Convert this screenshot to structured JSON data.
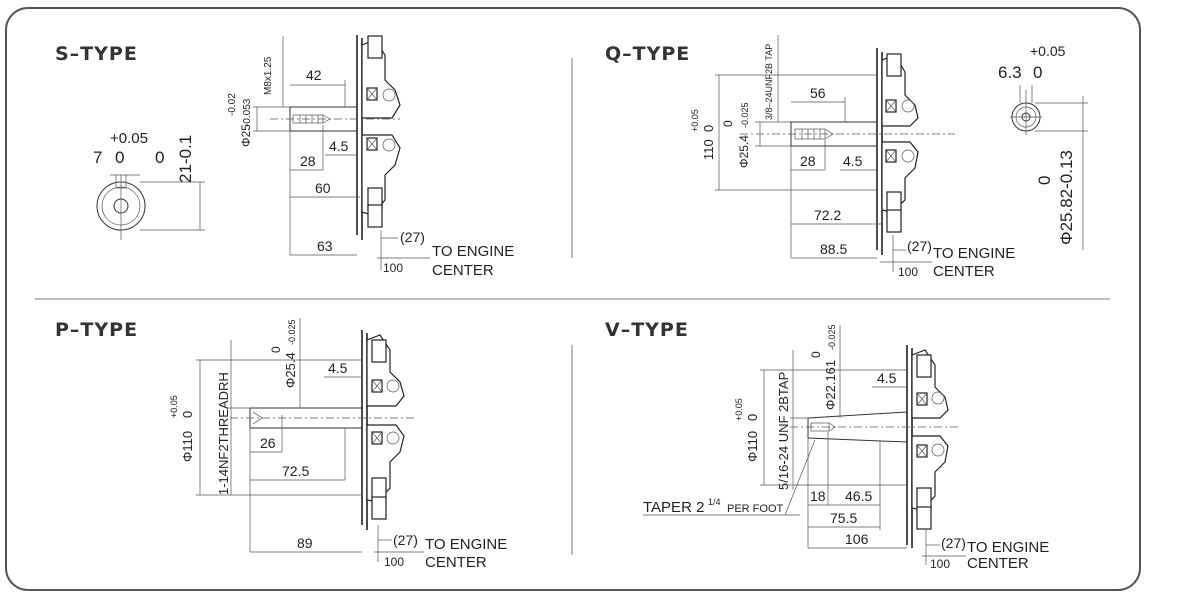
{
  "sections": {
    "s": {
      "title": "S–TYPE",
      "thread": "M8x1.25",
      "dia_main": "Φ25",
      "dia_tol": "-0.053",
      "dia_tol_top": "-0.02",
      "d42": "42",
      "d28": "28",
      "d4_5": "4.5",
      "d60": "60",
      "d63": "63",
      "key_w": "7",
      "key_w_zero": "0",
      "key_tol": "+0.05",
      "key_zero": "0",
      "key_h": "21-0.1",
      "d27": "(27)",
      "d100": "100",
      "to_engine": "TO ENGINE",
      "center": "CENTER"
    },
    "q": {
      "title": "Q–TYPE",
      "tap": "3/8–24UNF2B TAP",
      "dia_main": "Φ25.4",
      "dia_tol": "-0.025",
      "dia_zero": "0",
      "flange": "110",
      "flange_zero": "0",
      "flange_tol": "+0.05",
      "d56": "56",
      "d28": "28",
      "d4_5": "4.5",
      "d72_2": "72.2",
      "d88_5": "88.5",
      "key_w": "6.3",
      "key_w_zero": "0",
      "key_tol": "+0.05",
      "key_h": "Φ25.82-0.13",
      "key_h_zero": "0",
      "d27": "(27)",
      "d100": "100",
      "to_engine": "TO ENGINE",
      "center": "CENTER"
    },
    "p": {
      "title": "P–TYPE",
      "thread": "1-14NF2THREADRH",
      "dia_main": "Φ25.4",
      "dia_tol": "-0.025",
      "dia_zero": "0",
      "flange": "Φ110",
      "flange_zero": "0",
      "flange_tol": "+0.05",
      "d4_5": "4.5",
      "d26": "26",
      "d72_5": "72.5",
      "d89": "89",
      "d27": "(27)",
      "d100": "100",
      "to_engine": "TO ENGINE",
      "center": "CENTER"
    },
    "v": {
      "title": "V–TYPE",
      "tap": "5/16-24 UNF 2BTAP",
      "dia_main": "Φ22.161",
      "dia_tol": "-0.025",
      "dia_zero": "0",
      "flange": "Φ110",
      "flange_zero": "0",
      "flange_tol": "+0.05",
      "d4_5": "4.5",
      "d18": "18",
      "d46_5": "46.5",
      "d75_5": "75.5",
      "d106": "106",
      "taper": "TAPER 2",
      "taper_frac": "1/4",
      "taper_suffix": "PER FOOT",
      "d27": "(27)",
      "d100": "100",
      "to_engine": "TO ENGINE",
      "center": "CENTER"
    }
  }
}
